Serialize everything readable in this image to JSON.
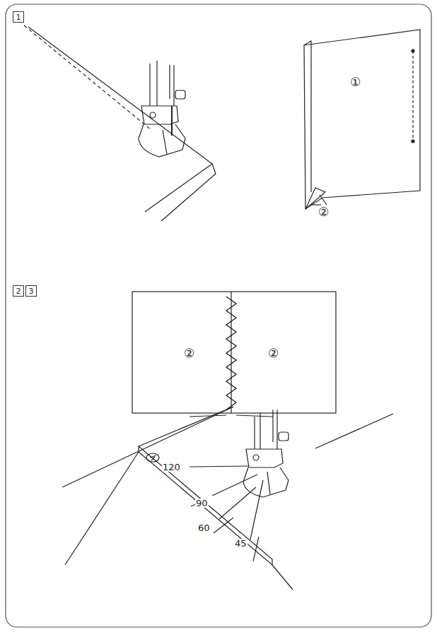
{
  "diagram": {
    "nodes": [
      {
        "text": [
          "1"
        ]
      },
      {
        "text": [
          "2"
        ]
      },
      {
        "text": [
          "3"
        ]
      }
    ],
    "labels": [
      "①",
      "②",
      "②",
      "②",
      "120",
      "90",
      "60",
      "45"
    ]
  }
}
